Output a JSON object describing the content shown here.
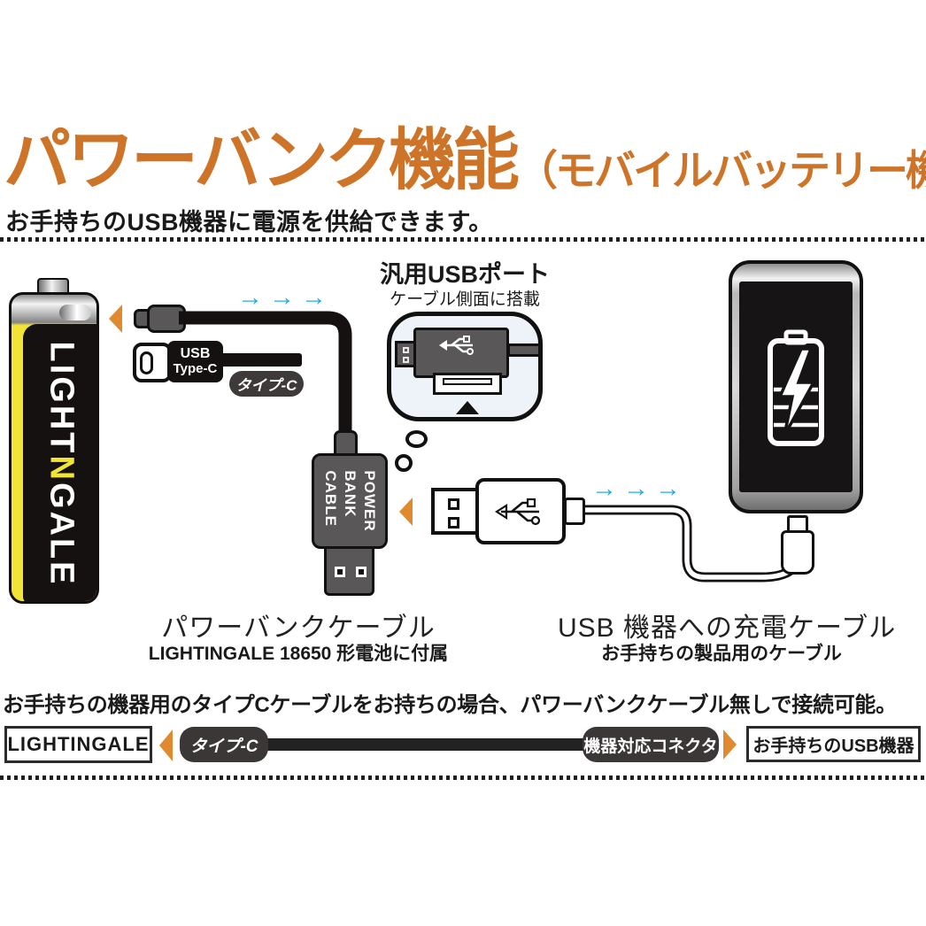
{
  "header": {
    "title": "パワーバンク機能",
    "title_paren": "（モバイルバッテリー機能）",
    "subtitle": "お手持ちのUSB機器に電源を供給できます。"
  },
  "battery": {
    "brand_pre": "LIGHT",
    "brand_accent": "N",
    "brand_post": "GALE"
  },
  "flow": {
    "arrows": "→→→"
  },
  "typec_callout": {
    "tag_line1": "USB",
    "tag_line2": "Type-C",
    "badge": "タイプ-C"
  },
  "port_callout": {
    "title": "汎用USBポート",
    "subtitle": "ケーブル側面に搭載"
  },
  "power_bank_cable": {
    "label_lines": [
      "POWER",
      "BANK",
      "CABLE"
    ]
  },
  "captions": {
    "pbc_title": "パワーバンクケーブル",
    "pbc_sub": "LIGHTINGALE 18650 形電池に付属",
    "charge_title": "USB 機器への充電ケーブル",
    "charge_sub": "お手持ちの製品用のケーブル"
  },
  "bottom": {
    "note": "お手持ちの機器用のタイプCケーブルをお持ちの場合、パワーバンクケーブル無しで接続可能。",
    "logo": "LIGHTINGALE",
    "typec_pill": "タイプ-C",
    "connector_pill": "機器対応コネクタ",
    "device_box": "お手持ちのUSB機器"
  },
  "colors": {
    "accent_orange": "#ce7428",
    "arrow_orange": "#df8a2e",
    "arrow_blue": "#29abe2",
    "battery_yellow": "#f2e437",
    "connector_gray": "#595757",
    "pill_dark": "#3a3736"
  }
}
